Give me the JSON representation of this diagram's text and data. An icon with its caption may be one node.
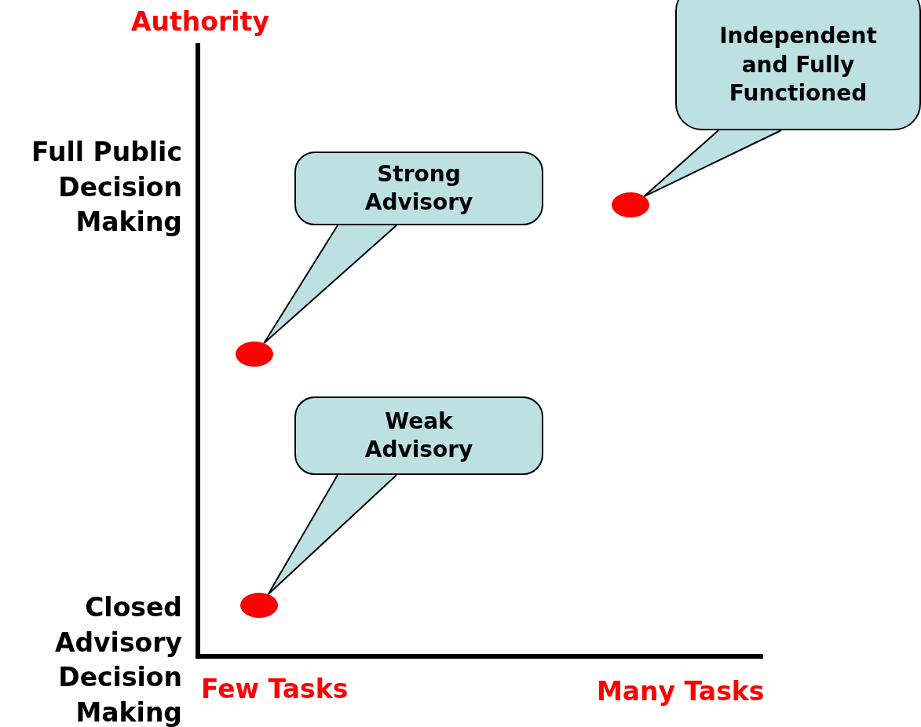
{
  "diagram": {
    "nodes": [
      {
        "text": [
          "Independent and Fully Functioned"
        ]
      },
      {
        "text": [
          "Strong Advisory"
        ]
      },
      {
        "text": [
          "Weak Advisory"
        ]
      },
      {
        "text": [],
        "shape": "circle"
      },
      {
        "text": [],
        "shape": "circle"
      },
      {
        "text": [],
        "shape": "circle"
      }
    ],
    "edges": [
      {
        "from": 0,
        "to": 3,
        "arrow": "none"
      },
      {
        "from": 1,
        "to": 4,
        "arrow": "none"
      },
      {
        "from": 2,
        "to": 5,
        "arrow": "none"
      }
    ],
    "labels": [
      "Authority",
      "Full Public Decision Making",
      "Closed Advisory Decision Making",
      "Few Tasks",
      "Many Tasks"
    ]
  }
}
